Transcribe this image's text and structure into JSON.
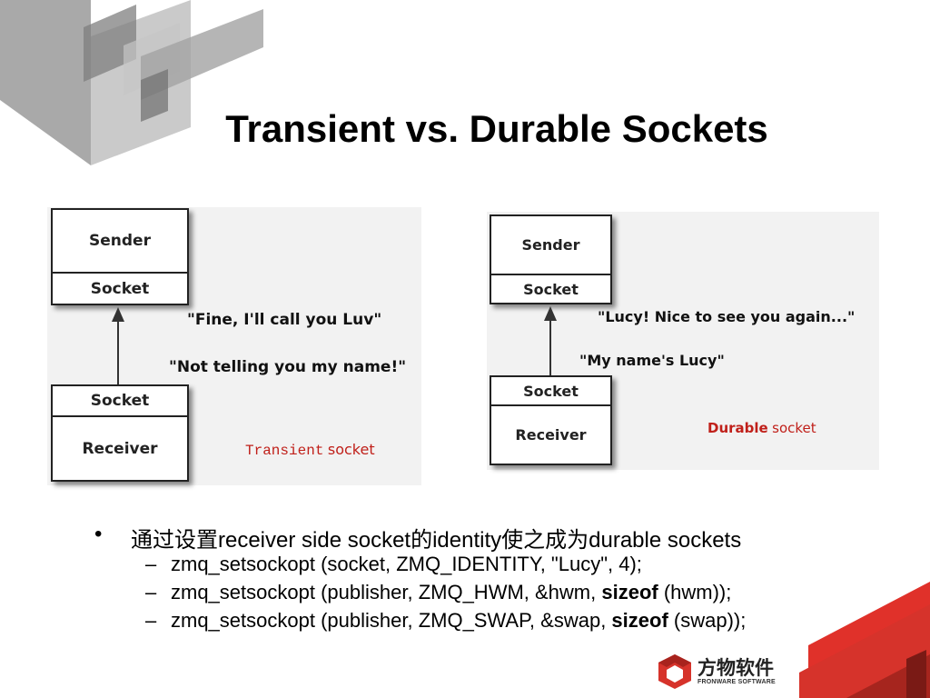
{
  "slide": {
    "title": "Transient vs. Durable Sockets"
  },
  "transient_diagram": {
    "sender_label": "Sender",
    "sender_socket_label": "Socket",
    "receiver_socket_label": "Socket",
    "receiver_label": "Receiver",
    "quote_top": "\"Fine, I'll call you Luv\"",
    "quote_bottom": "\"Not telling you my name!\"",
    "caption_word1": "Transient",
    "caption_word2": "socket"
  },
  "durable_diagram": {
    "sender_label": "Sender",
    "sender_socket_label": "Socket",
    "receiver_socket_label": "Socket",
    "receiver_label": "Receiver",
    "quote_top": "\"Lucy! Nice to see you again...\"",
    "quote_bottom": "\"My name's Lucy\"",
    "caption_word1": "Durable",
    "caption_word2": "socket"
  },
  "bullets": {
    "marker": "•",
    "main": "通过设置receiver side socket的identity使之成为durable sockets",
    "dash": "–",
    "sub1": "zmq_setsockopt (socket, ZMQ_IDENTITY, \"Lucy\", 4);",
    "sub2_pre": "zmq_setsockopt (publisher, ZMQ_HWM, &hwm, ",
    "sub2_bold": "sizeof",
    "sub2_post": " (hwm));",
    "sub3_pre": "zmq_setsockopt (publisher, ZMQ_SWAP, &swap, ",
    "sub3_bold": "sizeof",
    "sub3_post": " (swap));"
  },
  "logo": {
    "chinese_name": "方物软件",
    "english_name": "FRONWARE SOFTWARE"
  },
  "colors": {
    "caption_red": "#c0201a",
    "accent_red": "#e0312a",
    "decor_gray": "#8c8c8c"
  }
}
